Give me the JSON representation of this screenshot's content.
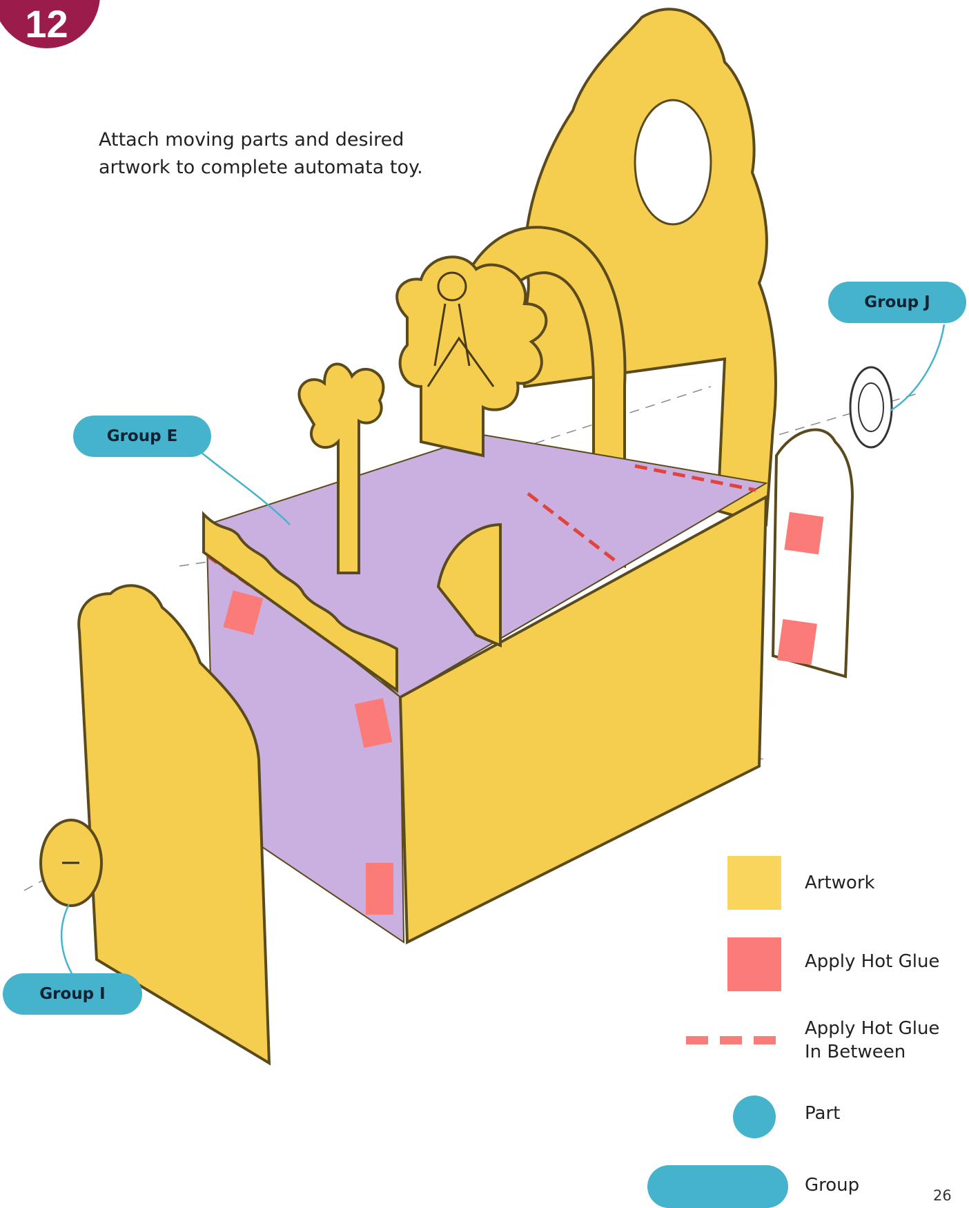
{
  "step_number": "12",
  "instruction": "Attach moving parts and desired artwork to complete automata toy.",
  "groups": [
    {
      "label": "Group E"
    },
    {
      "label": "Group J"
    },
    {
      "label": "Group I"
    }
  ],
  "legend": {
    "artwork": "Artwork",
    "hot_glue": "Apply Hot Glue",
    "hot_glue_between_line1": "Apply Hot Glue",
    "hot_glue_between_line2": "In Between",
    "part": "Part",
    "group": "Group"
  },
  "page_number": "26",
  "colors": {
    "artwork": "#f5cd4f",
    "box_side": "#c9b0e0",
    "hot_glue": "#fa7b78",
    "part_group": "#45b3cc",
    "step_badge": "#9b1b4a",
    "outline": "#5a4a1c"
  }
}
